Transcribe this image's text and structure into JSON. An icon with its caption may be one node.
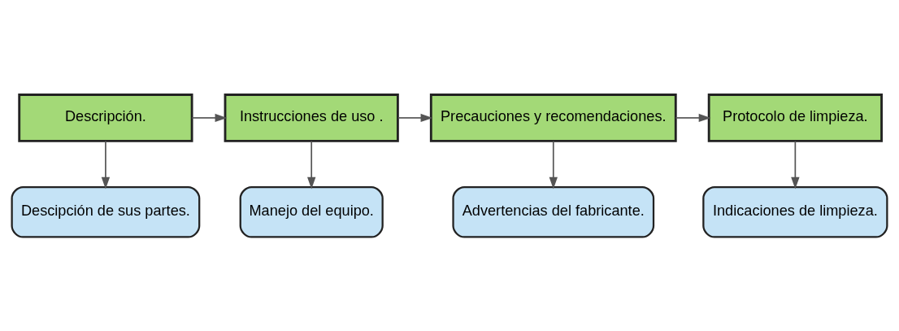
{
  "diagram": {
    "nodes": [
      {
        "text": [
          "Descripción."
        ]
      },
      {
        "text": [
          "Instrucciones de uso ."
        ]
      },
      {
        "text": [
          "Precauciones y recomendaciones."
        ]
      },
      {
        "text": [
          "Protocolo de limpieza."
        ]
      },
      {
        "text": [
          "Descipción de sus partes."
        ]
      },
      {
        "text": [
          "Manejo del equipo."
        ]
      },
      {
        "text": [
          "Advertencias del fabricante."
        ]
      },
      {
        "text": [
          "Indicaciones de limpieza."
        ]
      }
    ],
    "edges": [
      {
        "from": 0,
        "to": 1,
        "arrow": "to"
      },
      {
        "from": 1,
        "to": 2,
        "arrow": "to"
      },
      {
        "from": 2,
        "to": 3,
        "arrow": "to"
      },
      {
        "from": 0,
        "to": 4,
        "arrow": "to"
      },
      {
        "from": 1,
        "to": 5,
        "arrow": "to"
      },
      {
        "from": 2,
        "to": 6,
        "arrow": "to"
      },
      {
        "from": 3,
        "to": 7,
        "arrow": "to"
      }
    ]
  }
}
